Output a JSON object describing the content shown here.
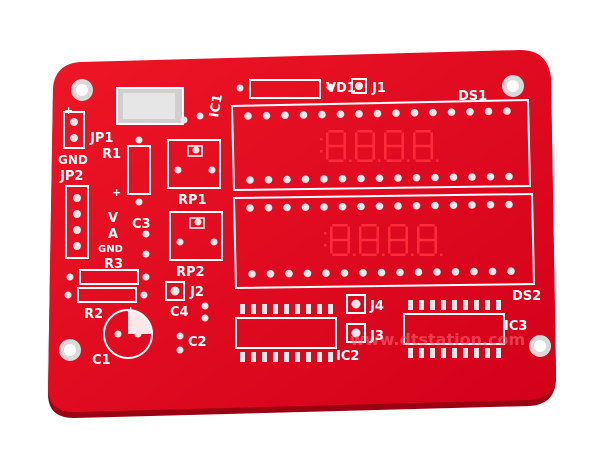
{
  "board": {
    "labels": {
      "ic1": "IC1",
      "vd1": "VD1",
      "j1": "J1",
      "ds1": "DS1",
      "jp1": "JP1",
      "gnd": "GND",
      "jp2": "JP2",
      "r1": "R1",
      "rp1": "RP1",
      "v": "V",
      "a": "A",
      "gnd2": "GND",
      "c3": "C3",
      "r3": "R3",
      "rp2": "RP2",
      "j2": "J2",
      "r2": "R2",
      "c4": "C4",
      "c2": "C2",
      "c1": "C1",
      "j4": "J4",
      "j3": "J3",
      "ic2": "IC2",
      "ic3": "IC3",
      "ds2": "DS2",
      "plus": "+",
      "plus2": "+",
      "plus3": "+"
    },
    "watermark": "www.dtstation.com"
  },
  "colors": {
    "pcb_red": "#e3001a",
    "pcb_dark": "#b50014",
    "silkscreen": "#ffffff",
    "pad_metal": "#e8e8e8",
    "segment_red": "#ff2a3a"
  }
}
